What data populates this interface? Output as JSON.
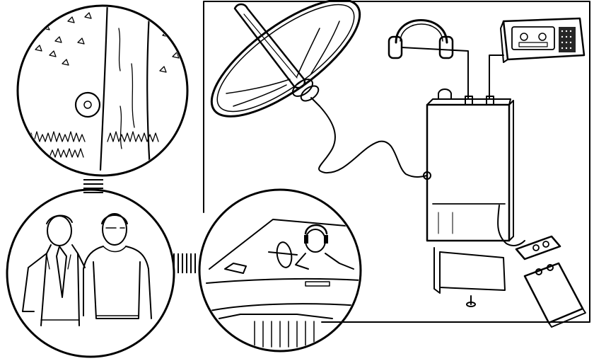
{
  "figure": {
    "kind": "line-art illustration",
    "ink_color": "#000000",
    "paper_color": "#ffffff",
    "panels": [
      {
        "id": "tree-scene",
        "icon": "tree-with-hidden-microphone-icon"
      },
      {
        "id": "two-men-scene",
        "icon": "two-men-talking-icon"
      },
      {
        "id": "car-operator-scene",
        "icon": "operator-in-car-with-headphones-icon"
      },
      {
        "id": "equipment-box",
        "icon": "parabolic-microphone-kit-icon"
      }
    ],
    "equipment": [
      {
        "id": "parabolic-dish",
        "icon": "parabolic-dish-icon"
      },
      {
        "id": "headphones",
        "icon": "headphones-icon"
      },
      {
        "id": "cassette-recorder",
        "icon": "cassette-recorder-icon"
      },
      {
        "id": "amplifier-unit",
        "icon": "amplifier-box-icon"
      },
      {
        "id": "battery-clip",
        "icon": "battery-clip-icon"
      },
      {
        "id": "battery",
        "icon": "battery-icon"
      },
      {
        "id": "mounting-plate",
        "icon": "mounting-plate-icon"
      },
      {
        "id": "screw",
        "icon": "screw-icon"
      }
    ]
  }
}
